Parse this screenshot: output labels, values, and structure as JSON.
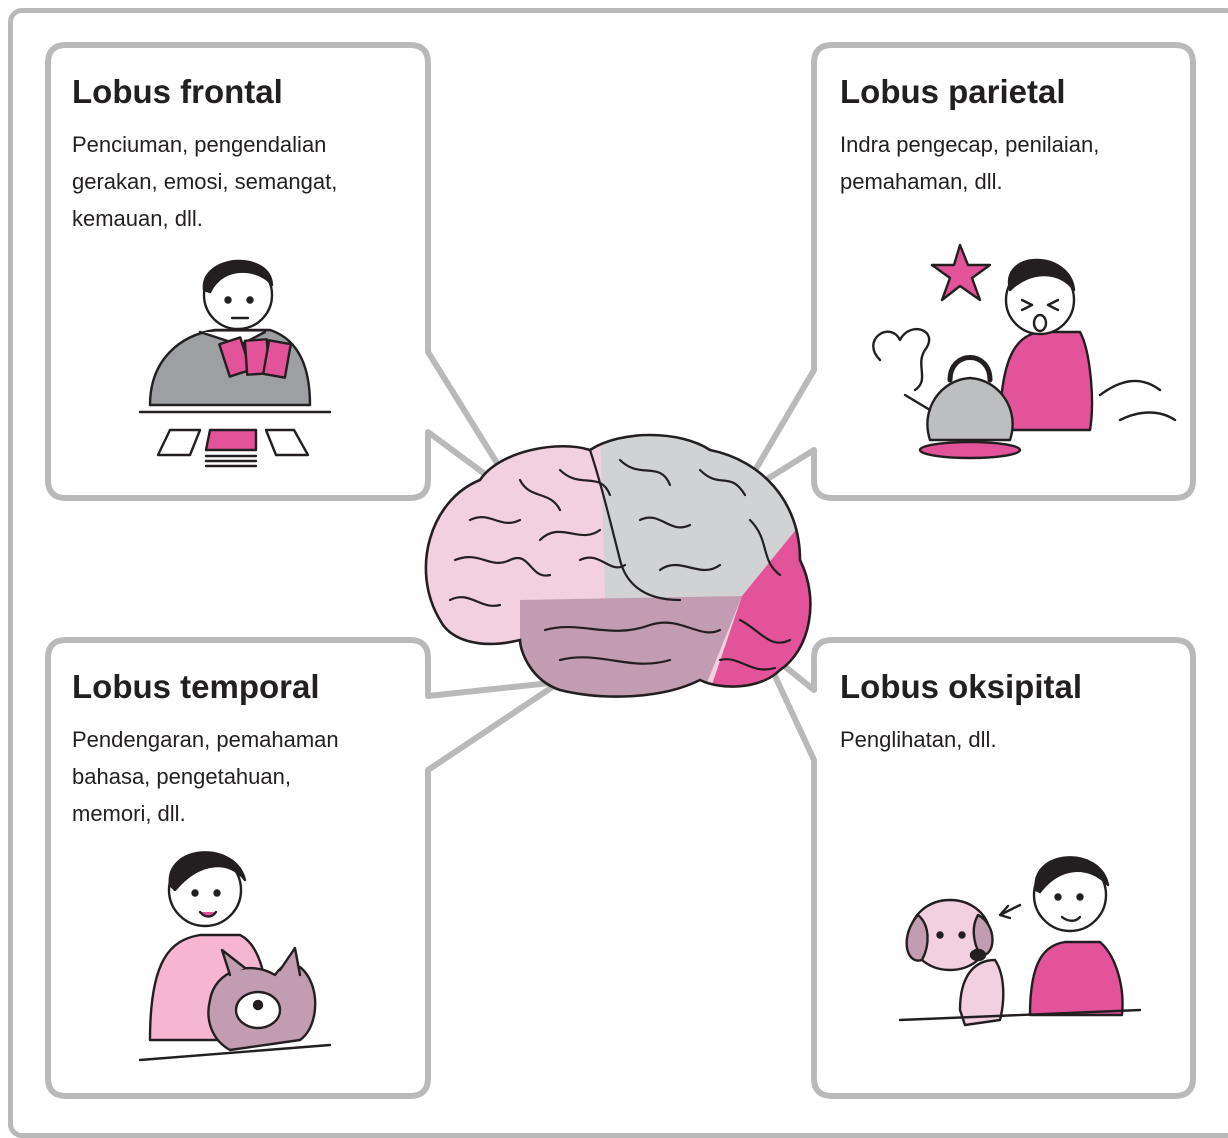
{
  "cards": [
    {
      "id": "frontal",
      "title": "Lobus frontal",
      "description": "Penciuman, pengendalian\ngerakan, emosi, semangat,\nkemauan, dll.",
      "illustration": "boy-playing-cards-icon"
    },
    {
      "id": "parietal",
      "title": "Lobus parietal",
      "description": "Indra pengecap, penilaian,\npemahaman, dll.",
      "illustration": "boy-touching-hot-kettle-icon"
    },
    {
      "id": "temporal",
      "title": "Lobus temporal",
      "description": "Pendengaran, pemahaman\nbahasa, pengetahuan,\nmemori, dll.",
      "illustration": "girl-with-dog-icon"
    },
    {
      "id": "occipital",
      "title": "Lobus oksipital",
      "description": "Penglihatan, dll.",
      "illustration": "girl-looking-at-puppy-icon"
    }
  ],
  "brain": {
    "illustration": "brain-lateral-view-icon",
    "colors": {
      "frontal": "#f3d0df",
      "parietal": "#d1d2d4",
      "temporal": "#c29cb1",
      "occipital": "#e2539a"
    }
  },
  "colors": {
    "border": "#b9b9ba",
    "accent_pink": "#e2539a",
    "text": "#231f20"
  }
}
